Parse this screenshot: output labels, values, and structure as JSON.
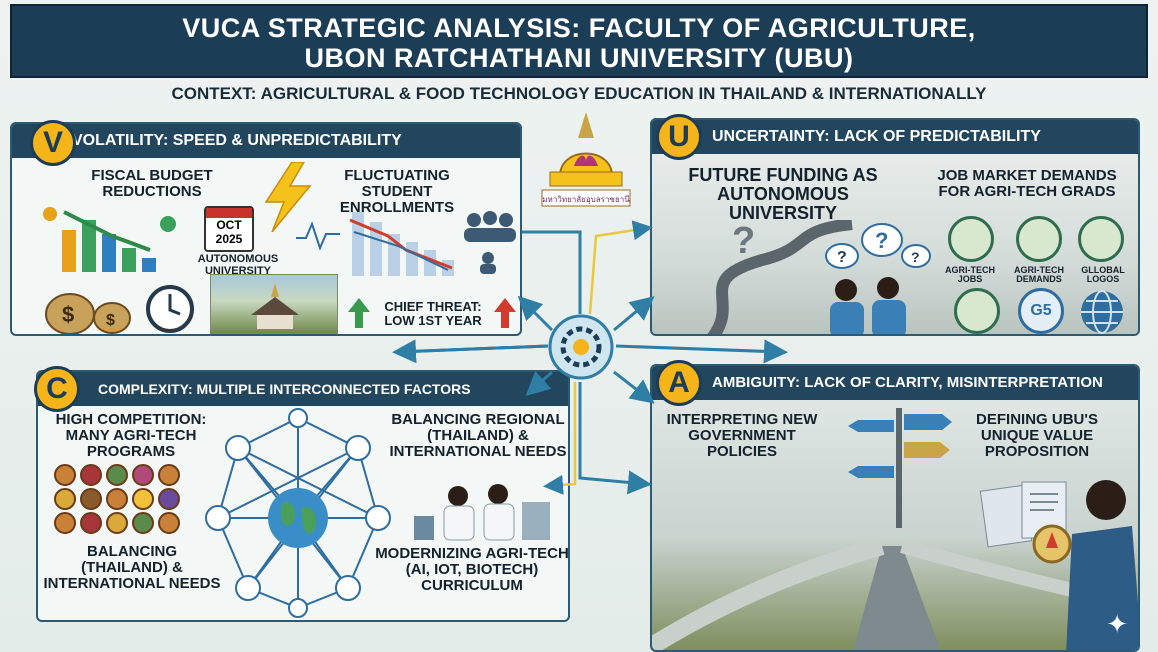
{
  "title": {
    "line1": "VUCA STRATEGIC ANALYSIS: FACULTY OF AGRICULTURE,",
    "line2": "UBON RATCHATHANI UNIVERSITY (UBU)"
  },
  "context": {
    "label": "CONTEXT:",
    "text": "AGRICULTURAL & FOOD TECHNOLOGY EDUCATION IN THAILAND & INTERNATIONALLY"
  },
  "emblem": {
    "caption": "มหาวิทยาลัยอุบลราชธานี"
  },
  "colors": {
    "banner": "#1c3d56",
    "accent": "#f4b41a",
    "header": "#21465e",
    "arrow": "#2e7ea6"
  },
  "volatility": {
    "letter": "V",
    "keyword": "VOLATILITY:",
    "subtitle": "SPEED & UNPREDICTABILITY",
    "budget": "FISCAL BUDGET REDUCTIONS",
    "enrollment": "FLUCTUATING STUDENT ENROLLMENTS",
    "calendar_month": "OCT",
    "calendar_year": "2025",
    "status": "AUTONOMOUS UNIVERSITY STATUS",
    "threat": "CHIEF THREAT: LOW 1st YEAR"
  },
  "uncertainty": {
    "letter": "U",
    "keyword": "UNCERTAINTY:",
    "subtitle": "LACK OF PREDICTABILITY",
    "funding": "FUTURE FUNDING AS AUTONOMOUS UNIVERSITY",
    "jobs": "JOB MARKET DEMANDS FOR AGRI-TECH GRADS",
    "icon_jobs": "AGRI-TECH JOBS",
    "icon_demands": "AGRI-TECH DEMANDS",
    "icon_logos": "GLLOBAL LOGOS",
    "sdg_badge": "G5"
  },
  "complexity": {
    "letter": "C",
    "keyword": "COMPLEXITY:",
    "subtitle": "MULTIPLE INTERCONNECTED FACTORS",
    "competition": "HIGH COMPETITION: MANY AGRI-TECH PROGRAMS",
    "balancing_top": "BALANCING REGIONAL (THAILAND) & INTERNATIONAL NEEDS",
    "balancing_bottom": "BALANCING (THAILAND) & INTERNATIONAL NEEDS",
    "curriculum": "MODERNIZING AGRI-TECH (AI, IoT, BIOTECH) CURRICULUM"
  },
  "ambiguity": {
    "letter": "A",
    "keyword": "AMBIGUITY:",
    "subtitle": "LACK OF CLARITY, MISINTERPRETATION",
    "policies": "INTERPRETING NEW GOVERNMENT POLICIES",
    "value": "DEFINING UBU'S UNIQUE VALUE PROPOSITION"
  },
  "icons": {
    "hub": "gear-hub-icon",
    "lightning": "lightning-icon",
    "clock": "clock-icon",
    "money": "money-bag-icon",
    "globe": "globe-icon",
    "signpost": "signpost-icon",
    "compass": "compass-icon",
    "question": "question-mark-icon"
  }
}
